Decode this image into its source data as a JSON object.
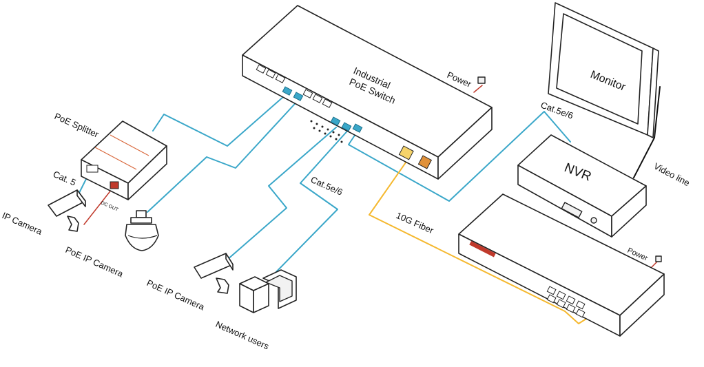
{
  "labels": {
    "switch": [
      "Industrial",
      "PoE  Switch"
    ],
    "power_top": "Power",
    "power_bottom": "Power",
    "poe_splitter": "PoE Splitter",
    "cat5": "Cat. 5",
    "dc_out": "DC OUT",
    "ip_camera": "IP Camera",
    "poe_ip_camera_1": "PoE IP Camera",
    "poe_ip_camera_2": "PoE IP Camera",
    "network_users": "Network users",
    "cat5e_left": "Cat.5e/6",
    "cat5e_right": "Cat.5e/6",
    "fiber": "10G Fiber",
    "monitor": "Monitor",
    "nvr": "NVR",
    "video_line": "Video line"
  },
  "colors": {
    "ethernet": "#3aa7c9",
    "fiber": "#f5b82e",
    "dc": "#c0392b",
    "video": "#111111"
  }
}
